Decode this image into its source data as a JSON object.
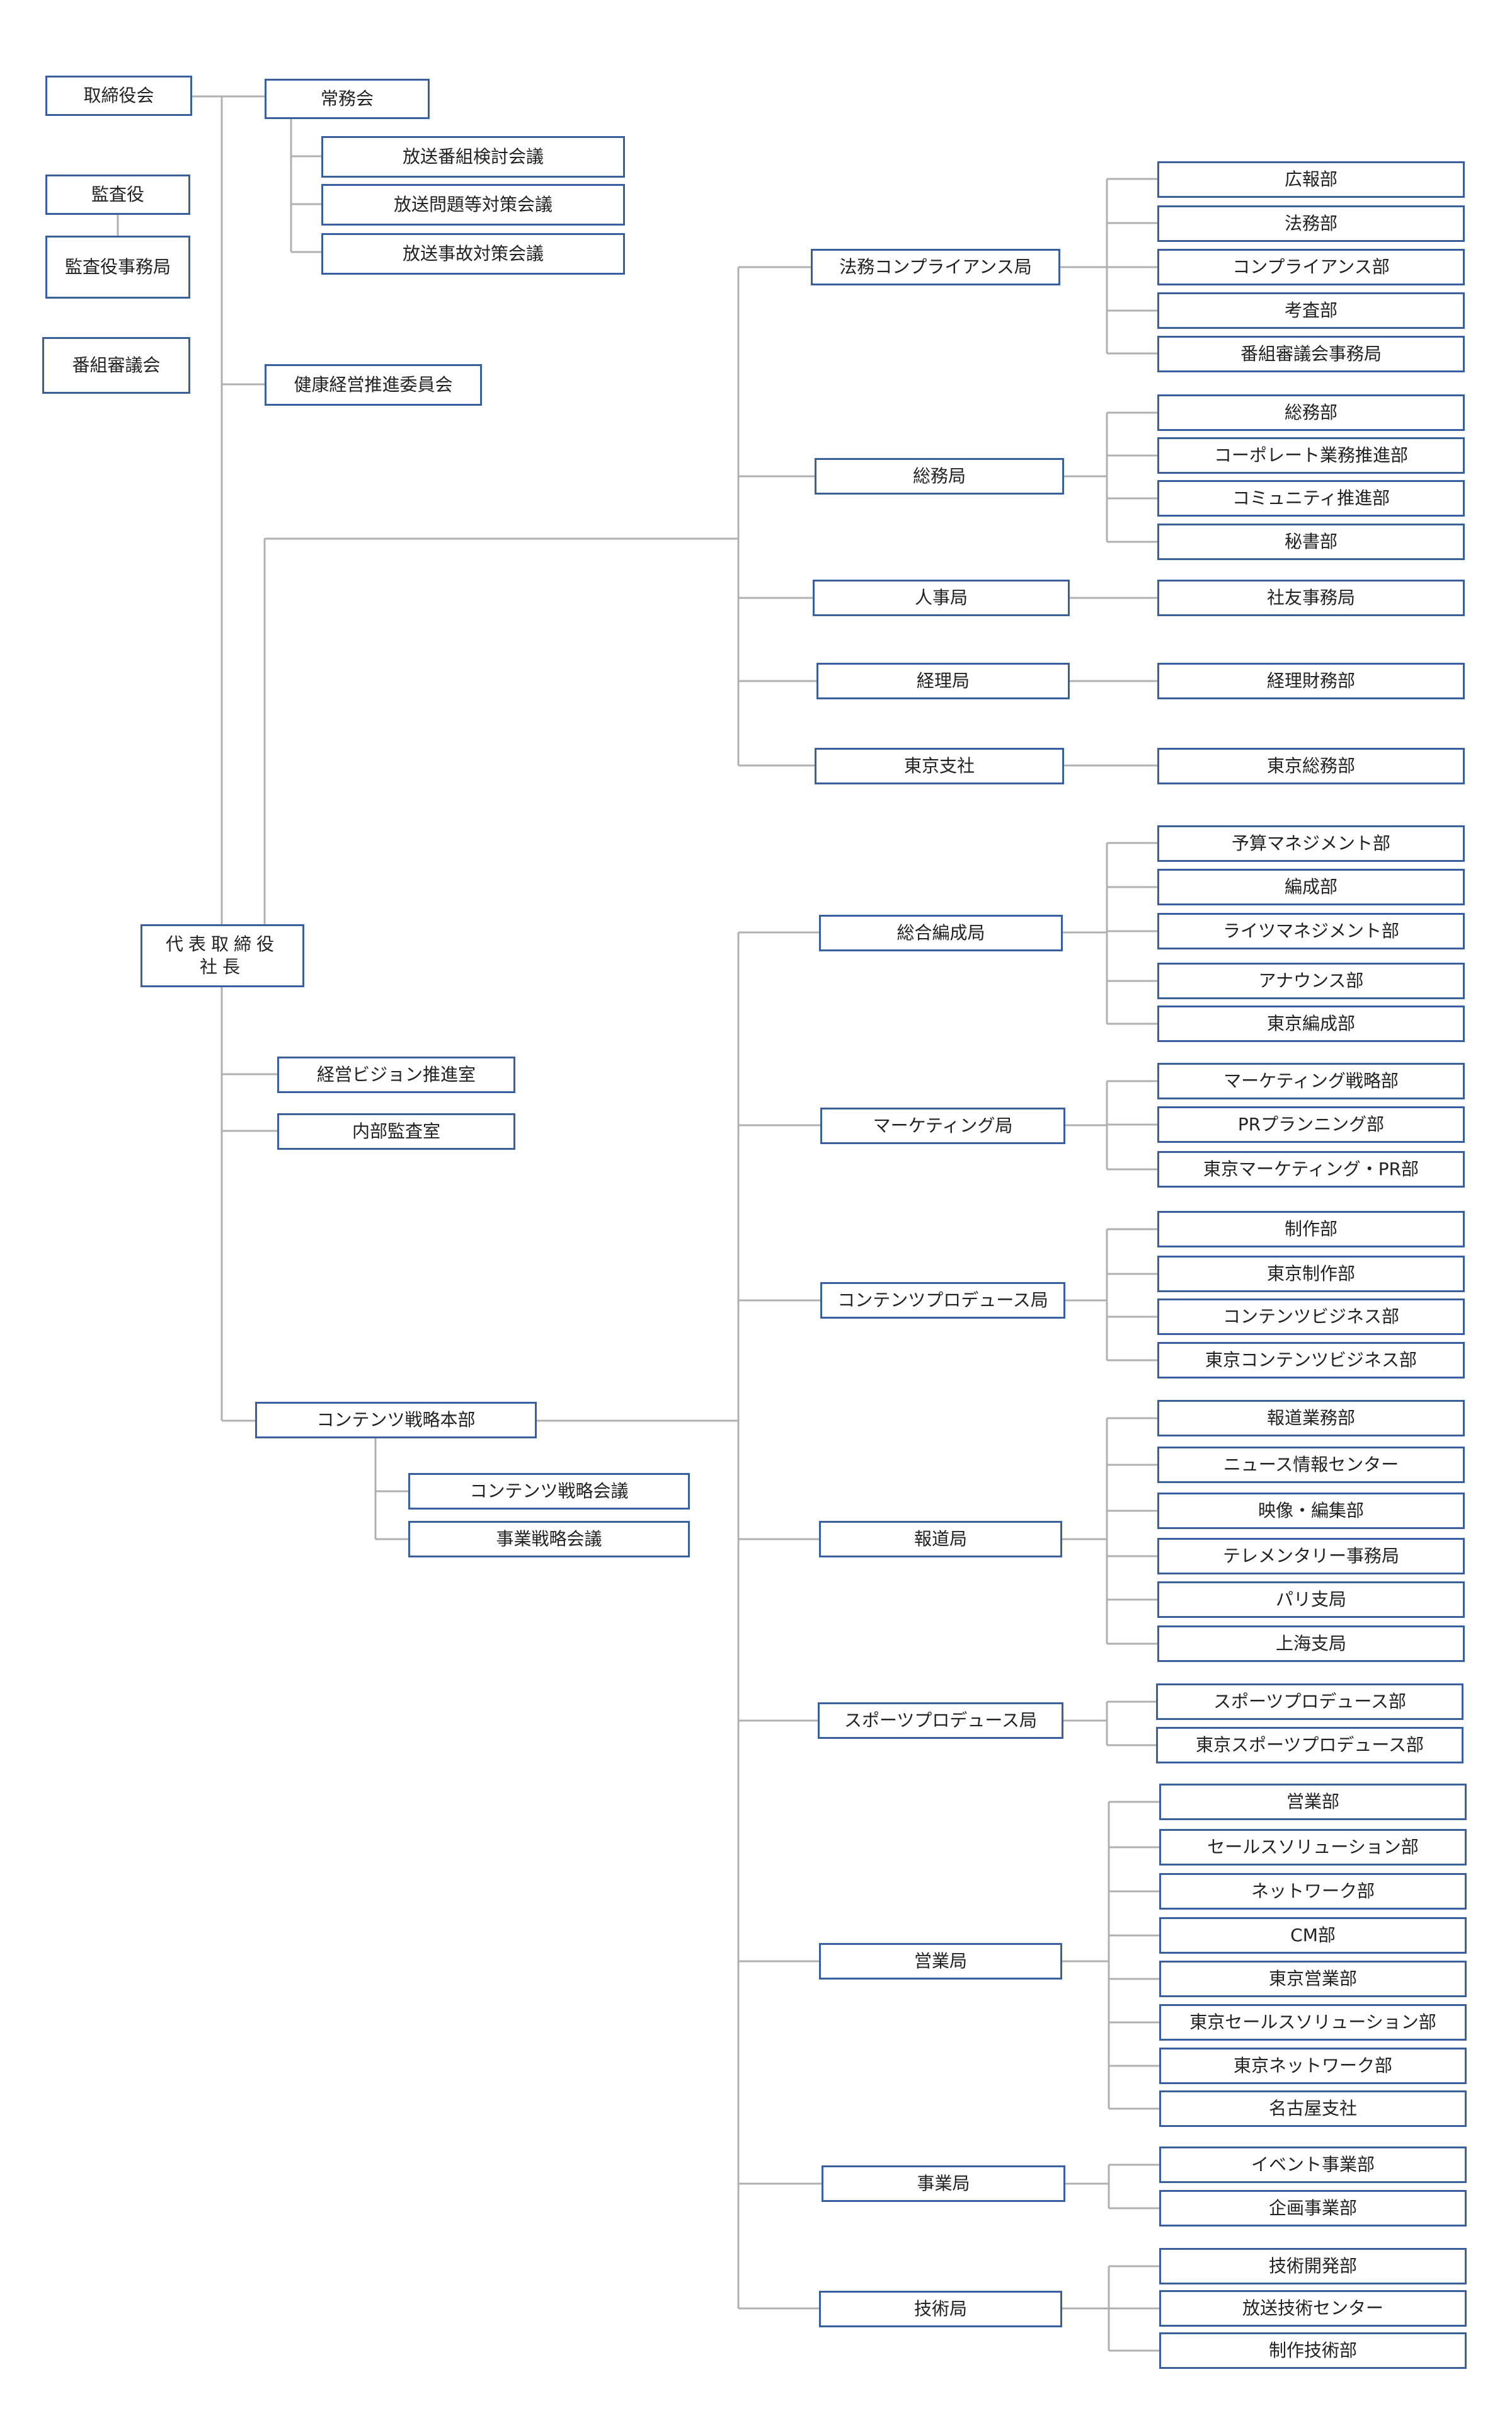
{
  "colors": {
    "box_border": "#3a5f9e",
    "line": "#b0b0b0",
    "text": "#222222"
  },
  "nodes": {
    "torishimariyakukai": "取締役会",
    "kansayaku": "監査役",
    "kansayaku_jimukyoku": "監査役事務局",
    "bangumi_shingikai": "番組審議会",
    "jomukai": "常務会",
    "hoso_bangumi_kento": "放送番組検討会議",
    "hoso_mondai": "放送問題等対策会議",
    "hoso_jiko": "放送事故対策会議",
    "kenko_keiei": "健康経営推進委員会",
    "ceo": "代表取締役\n社長",
    "keiei_vision": "経営ビジョン推進室",
    "naibu_kansa": "内部監査室",
    "contents_senryaku_honbu": "コンテンツ戦略本部",
    "contents_senryaku_kaigi": "コンテンツ戦略会議",
    "jigyo_senryaku_kaigi": "事業戦略会議",
    "homu_compliance_kyoku": "法務コンプライアンス局",
    "koho": "広報部",
    "homu": "法務部",
    "compliance": "コンプライアンス部",
    "kosa": "考査部",
    "bangumi_shingikai_jimukyoku": "番組審議会事務局",
    "somu_kyoku": "総務局",
    "somu": "総務部",
    "corporate_gyomu": "コーポレート業務推進部",
    "community": "コミュニティ推進部",
    "hisho": "秘書部",
    "jinji_kyoku": "人事局",
    "shayu_jimukyoku": "社友事務局",
    "keiri_kyoku": "経理局",
    "keiri_zaimu": "経理財務部",
    "tokyo_shisha": "東京支社",
    "tokyo_somu": "東京総務部",
    "sogo_hensei_kyoku": "総合編成局",
    "yosan_management": "予算マネジメント部",
    "hensei": "編成部",
    "rights_management": "ライツマネジメント部",
    "announce": "アナウンス部",
    "tokyo_hensei": "東京編成部",
    "marketing_kyoku": "マーケティング局",
    "marketing_senryaku": "マーケティング戦略部",
    "pr_planning": "PRプランニング部",
    "tokyo_marketing_pr": "東京マーケティング・PR部",
    "contents_produce_kyoku": "コンテンツプロデュース局",
    "seisaku": "制作部",
    "tokyo_seisaku": "東京制作部",
    "contents_business": "コンテンツビジネス部",
    "tokyo_contents_business": "東京コンテンツビジネス部",
    "hodo_kyoku": "報道局",
    "hodo_gyomu": "報道業務部",
    "news_joho_center": "ニュース情報センター",
    "eizo_henshu": "映像・編集部",
    "telementary": "テレメンタリー事務局",
    "paris": "パリ支局",
    "shanghai": "上海支局",
    "sports_produce_kyoku": "スポーツプロデュース局",
    "sports_produce": "スポーツプロデュース部",
    "tokyo_sports_produce": "東京スポーツプロデュース部",
    "eigyo_kyoku": "営業局",
    "eigyo": "営業部",
    "sales_solution": "セールスソリューション部",
    "network": "ネットワーク部",
    "cm": "CM部",
    "tokyo_eigyo": "東京営業部",
    "tokyo_sales_solution": "東京セールスソリューション部",
    "tokyo_network": "東京ネットワーク部",
    "nagoya_shisha": "名古屋支社",
    "jigyo_kyoku": "事業局",
    "event_jigyo": "イベント事業部",
    "kikaku_jigyo": "企画事業部",
    "gijutsu_kyoku": "技術局",
    "gijutsu_kaihatsu": "技術開発部",
    "hoso_gijutsu_center": "放送技術センター",
    "seisaku_gijutsu": "制作技術部"
  }
}
